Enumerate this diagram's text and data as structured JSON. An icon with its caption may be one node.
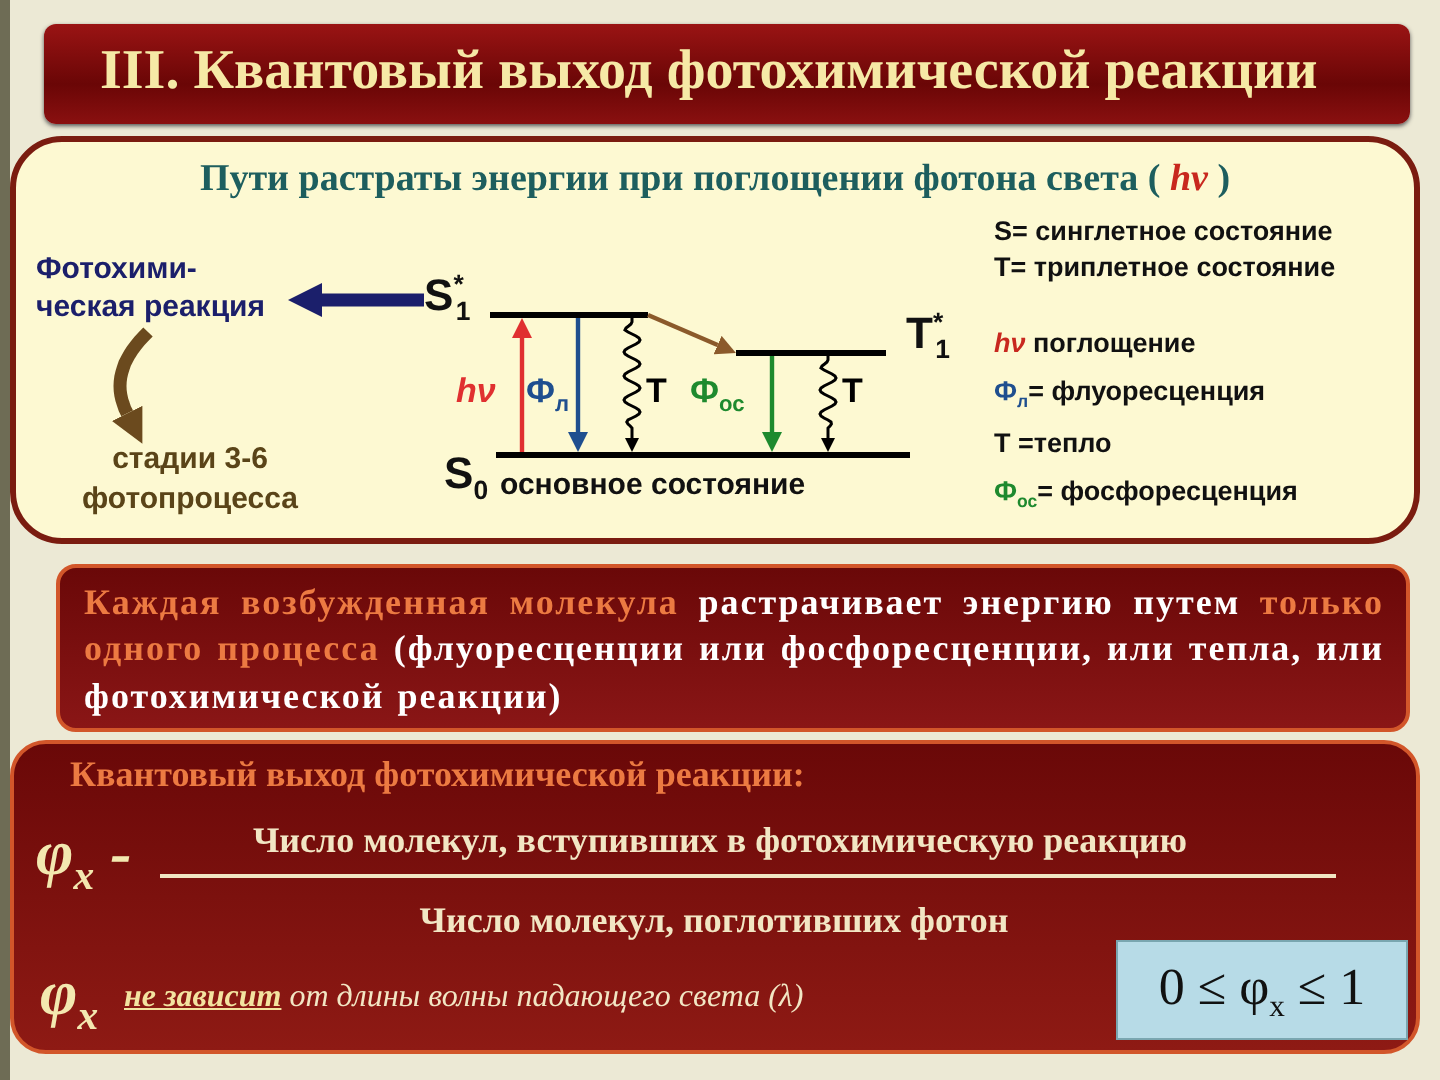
{
  "diagram": {
    "title": "III. Квантовый выход фотохимической реакции",
    "nodes": [
      {
        "text": [
          "Пути растраты энергии при поглощении фотона света ( *hν* )"
        ]
      },
      {
        "text": [
          "Фотохими- ческая реакция"
        ],
        "in": 0
      },
      {
        "text": [
          "стадии 3-6 фотопроцесса"
        ],
        "in": 0
      },
      {
        "text": [
          "S$^{*}$$_{1}$"
        ],
        "in": 0
      },
      {
        "text": [
          "T$^{*}$$_{1}$"
        ],
        "in": 0
      },
      {
        "text": [
          "S$_{0}$"
        ],
        "beside": [
          "основное состояние"
        ],
        "in": 0
      },
      {
        "text": [
          "**Каждая возбужденная молекула** растрачивает энергию путем **только одного процесса** (флуоресценции или фосфоресценции, или тепла, или фотохимической реакции)"
        ]
      },
      {
        "text": [
          "Квантовый выход фотохимической реакции:",
          "φ$_{x}$ -",
          "Число молекул, вступивших в фотохимическую реакцию",
          "Число молекул, поглотивших фотон",
          "φ$_{x}$",
          "**не зависит** от длины волны падающего света (λ)"
        ]
      },
      {
        "text": [
          "0 ≤ φ$_{x}$ ≤ 1"
        ],
        "in": 7
      }
    ],
    "edges": [
      {
        "from": 3,
        "to": 1,
        "arrow": "to",
        "style": "thick",
        "color": "#1b1f6b"
      },
      {
        "from": 1,
        "to": 2,
        "arrow": "to",
        "style": "thick",
        "color": "#6b4a1e"
      },
      {
        "from": 5,
        "to": 3,
        "arrow": "to",
        "label": "hν",
        "color": "#e03030"
      },
      {
        "from": 3,
        "to": 5,
        "arrow": "to",
        "label": "Ф$_{л}$",
        "color": "#1f4f8f"
      },
      {
        "from": 3,
        "to": 5,
        "arrow": "to",
        "label": "Т"
      },
      {
        "from": 3,
        "to": 4,
        "arrow": "to",
        "color": "#8b5a2b"
      },
      {
        "from": 4,
        "to": 5,
        "arrow": "to",
        "label": "Ф$_{ос}$",
        "color": "#1e8a2e"
      },
      {
        "from": 4,
        "to": 5,
        "arrow": "to",
        "label": "Т"
      }
    ],
    "labels": [
      "S= синглетное состояние",
      "T= триплетное состояние",
      "*hν* поглощение",
      "Ф$_{л}$= флуоресценция",
      "Т =тепло",
      "Ф$_{ос}$= фосфоресценция"
    ]
  }
}
